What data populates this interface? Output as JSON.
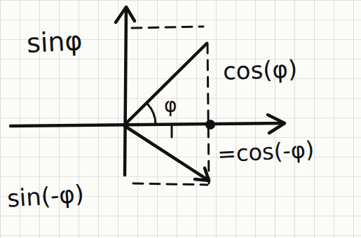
{
  "diagram": {
    "labels": [
      "sinφ",
      "cos(φ)",
      "φ",
      "=cos(-φ)",
      "sin(-φ)"
    ]
  }
}
